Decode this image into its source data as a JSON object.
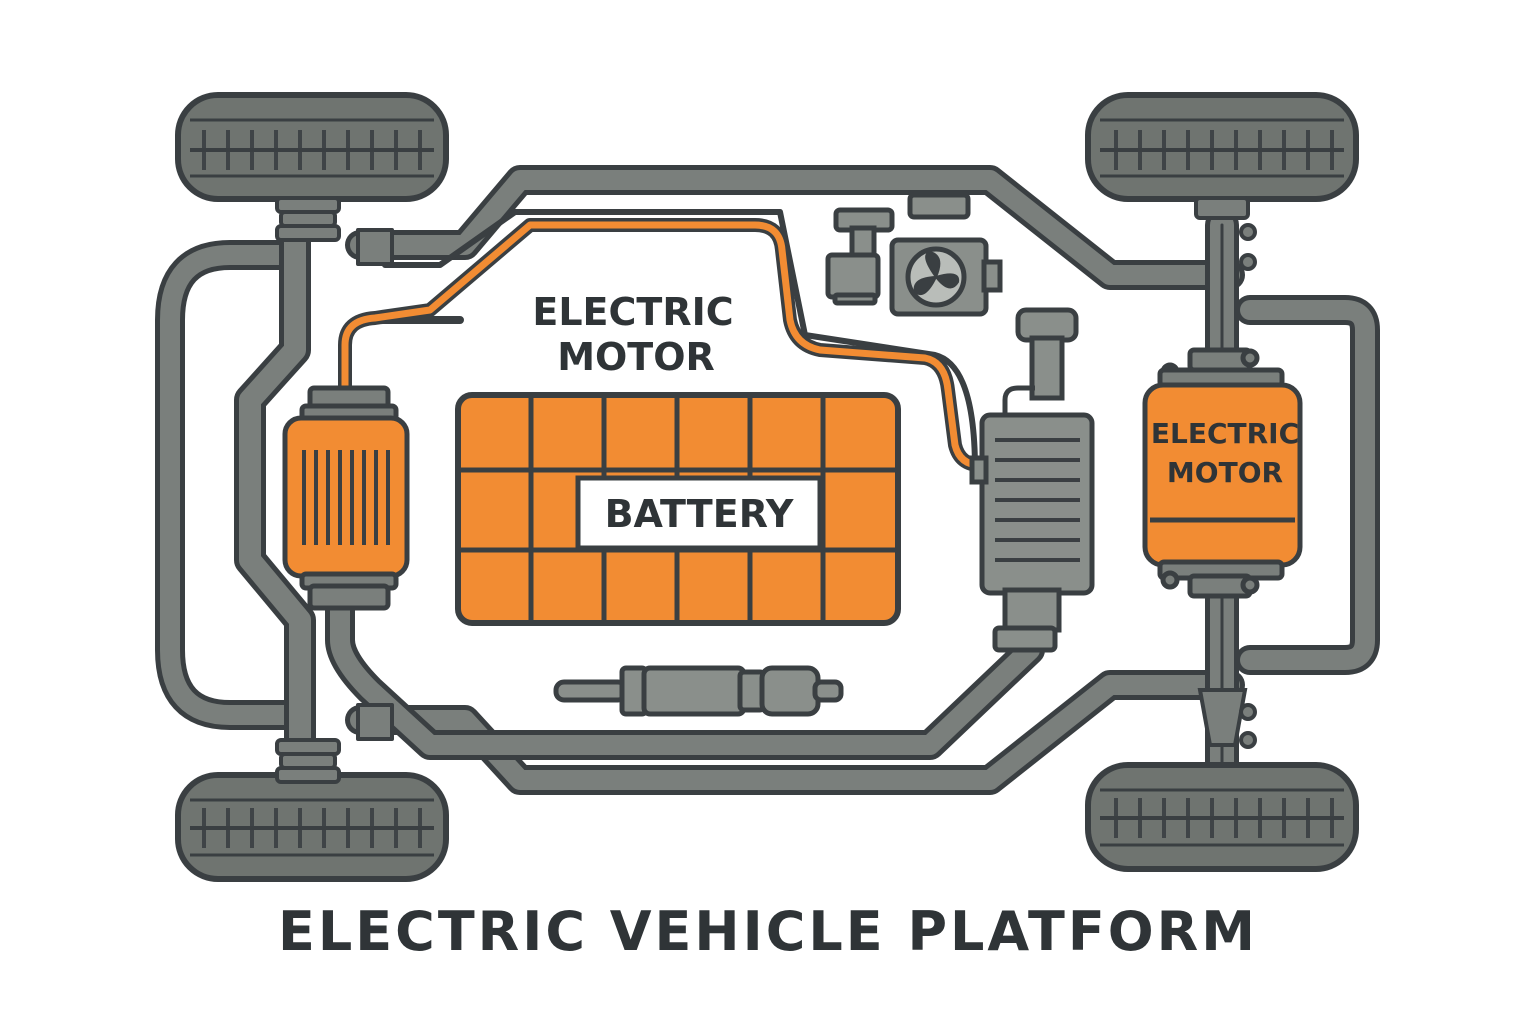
{
  "title": "ELECTRIC VEHICLE PLATFORM",
  "labels": {
    "motor_top_line1": "ELECTRIC",
    "motor_top_line2": "MOTOR",
    "battery": "BATTERY",
    "motor_right_line1": "ELECTRIC",
    "motor_right_line2": "MOTOR"
  },
  "colors": {
    "outline": "#3a3f42",
    "frame_gray": "#7a7f7c",
    "component_gray": "#8a8f8b",
    "accent_orange": "#f28c33",
    "background": "#ffffff"
  }
}
